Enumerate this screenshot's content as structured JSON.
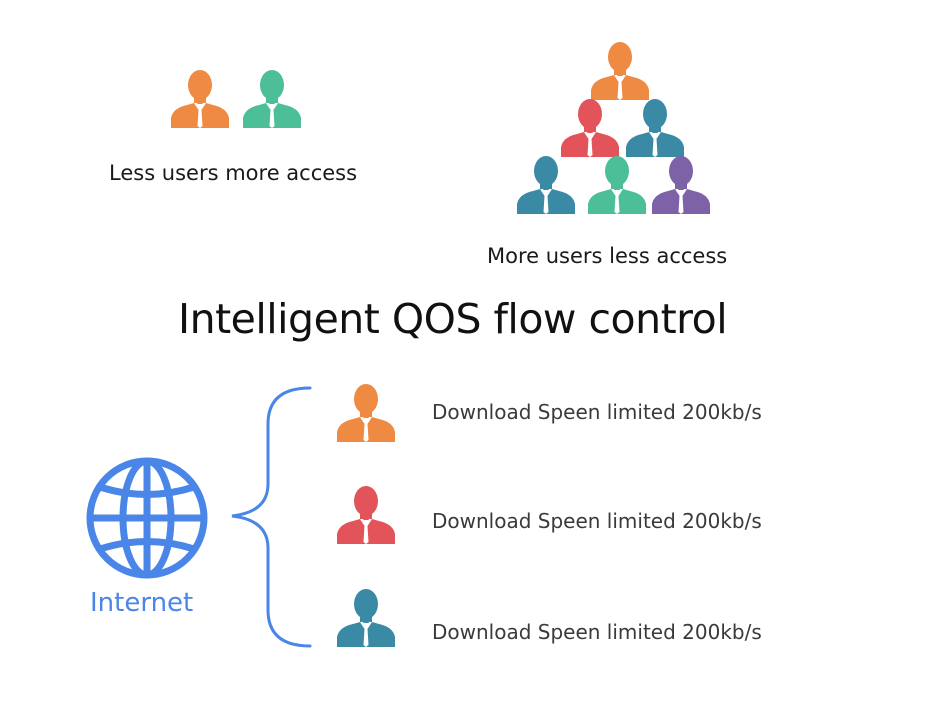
{
  "colors": {
    "orange": "#ef8a42",
    "green": "#4dbf98",
    "red": "#e2545a",
    "teal": "#3a8aa6",
    "purple": "#7e62a8",
    "accent_blue": "#4a86e8"
  },
  "top_left": {
    "label": "Less users more access",
    "people": [
      "orange",
      "green"
    ]
  },
  "top_right": {
    "label": "More users less access",
    "people": [
      "orange",
      "red",
      "teal",
      "teal",
      "green",
      "purple"
    ]
  },
  "headline": "Intelligent QOS flow control",
  "internet": {
    "icon": "globe-icon",
    "label": "Internet"
  },
  "flows": [
    {
      "color": "orange",
      "text": "Download Speen limited 200kb/s"
    },
    {
      "color": "red",
      "text": "Download Speen limited 200kb/s"
    },
    {
      "color": "teal",
      "text": "Download Speen limited 200kb/s"
    }
  ]
}
